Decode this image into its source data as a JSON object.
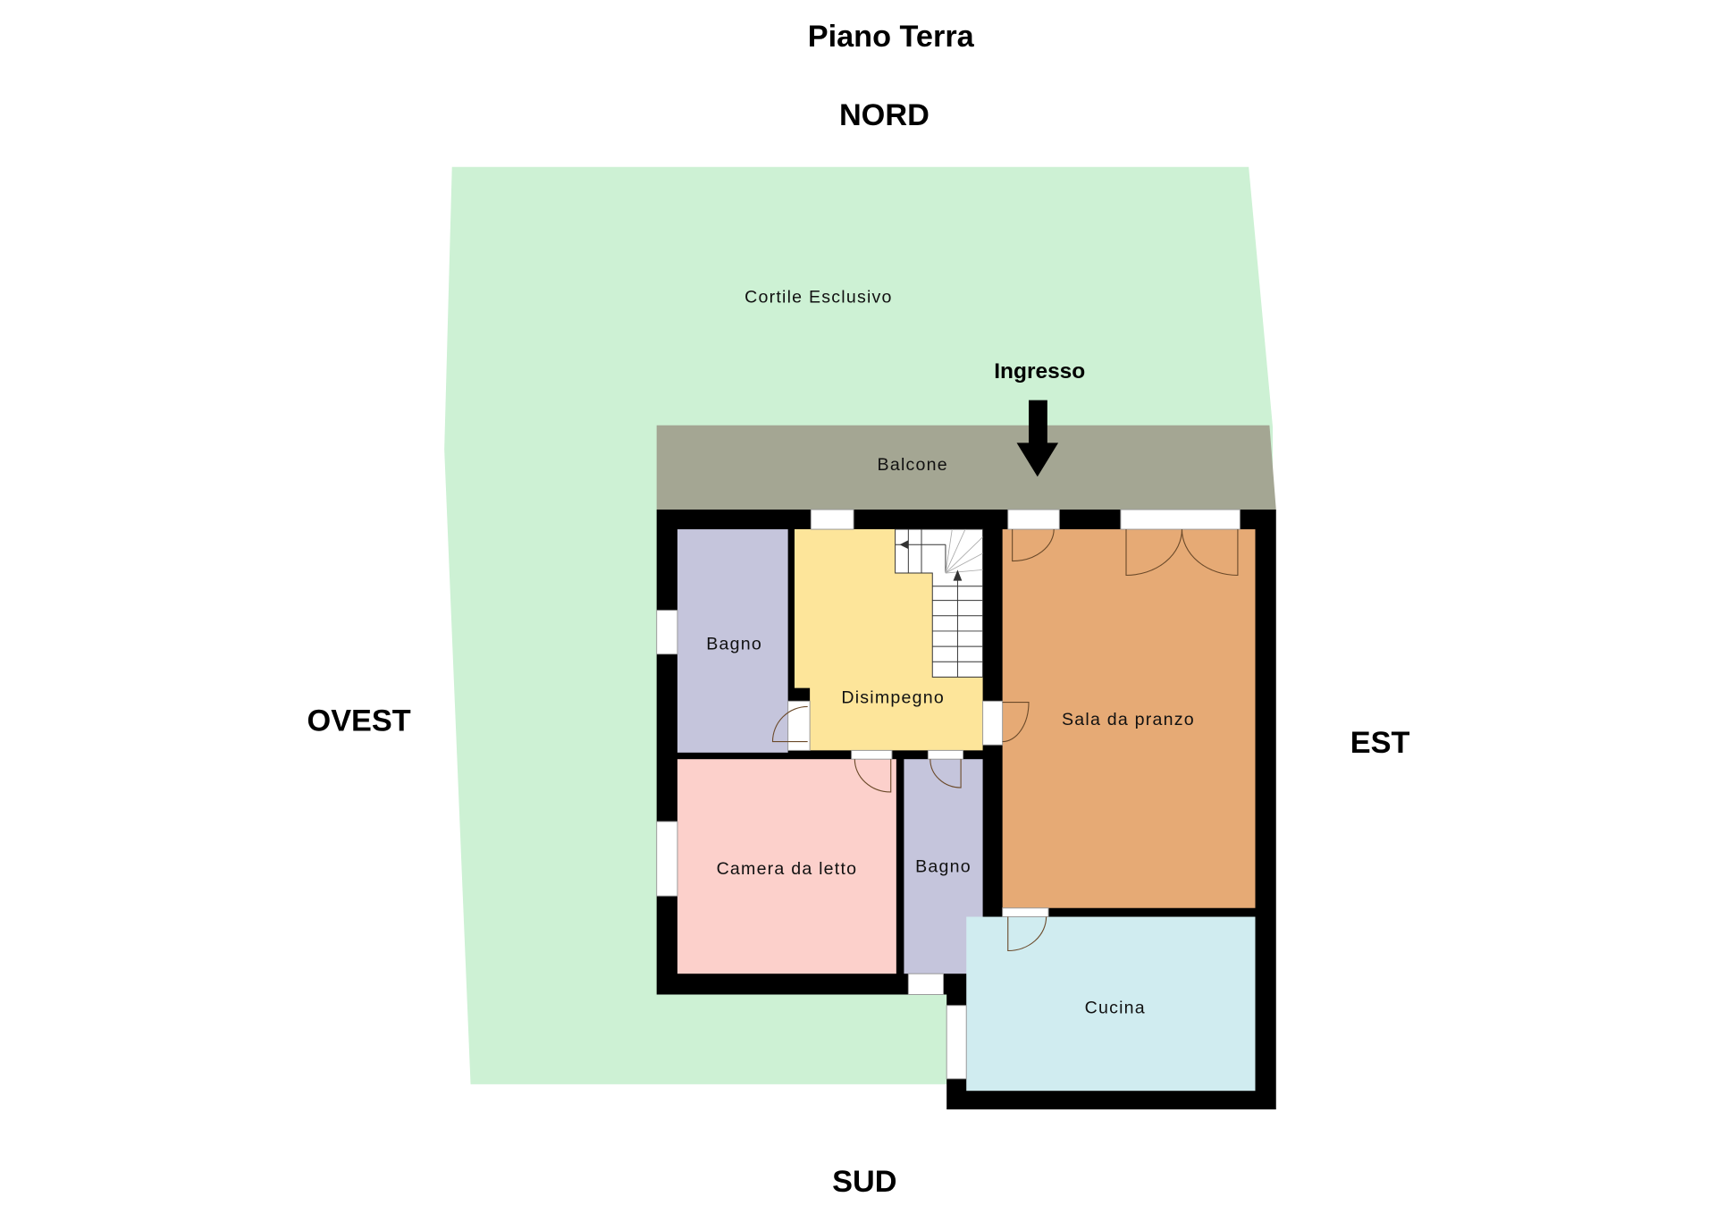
{
  "title": "Piano Terra",
  "compass": {
    "north": "NORD",
    "south": "SUD",
    "east": "EST",
    "west": "OVEST"
  },
  "entrance_label": "Ingresso",
  "areas": {
    "courtyard": "Cortile Esclusivo",
    "balcony": "Balcone",
    "bath1": "Bagno",
    "hall": "Disimpegno",
    "dining": "Sala da pranzo",
    "bedroom": "Camera da letto",
    "bath2": "Bagno",
    "kitchen": "Cucina"
  },
  "colors": {
    "courtyard": "#cdf1d4",
    "balcony": "#a4a693",
    "bath": "#c5c5dc",
    "hall": "#fde59a",
    "dining": "#e6aa75",
    "bedroom": "#fcd0cb",
    "kitchen": "#d0ecf0",
    "wall": "#000000"
  }
}
